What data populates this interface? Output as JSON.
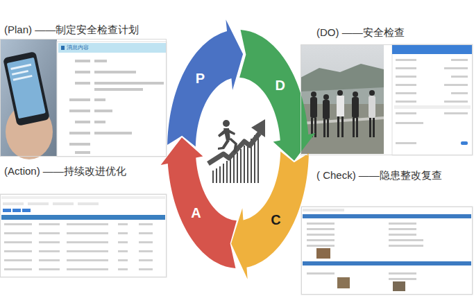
{
  "diagram": {
    "nodes": [
      {
        "text": [
          "(Plan) ——制定安全检查计划"
        ]
      },
      {
        "text": [
          "P"
        ]
      },
      {
        "text": [
          "D"
        ]
      },
      {
        "text": [
          "(DO) ——安全检查"
        ]
      },
      {
        "text": [
          "(Action) ——持续改进优化"
        ]
      },
      {
        "text": [
          "A"
        ]
      },
      {
        "text": [
          "C"
        ]
      },
      {
        "text": [
          "( Check) ——隐患整改复查"
        ]
      }
    ],
    "labels": [
      "消息内容"
    ]
  }
}
